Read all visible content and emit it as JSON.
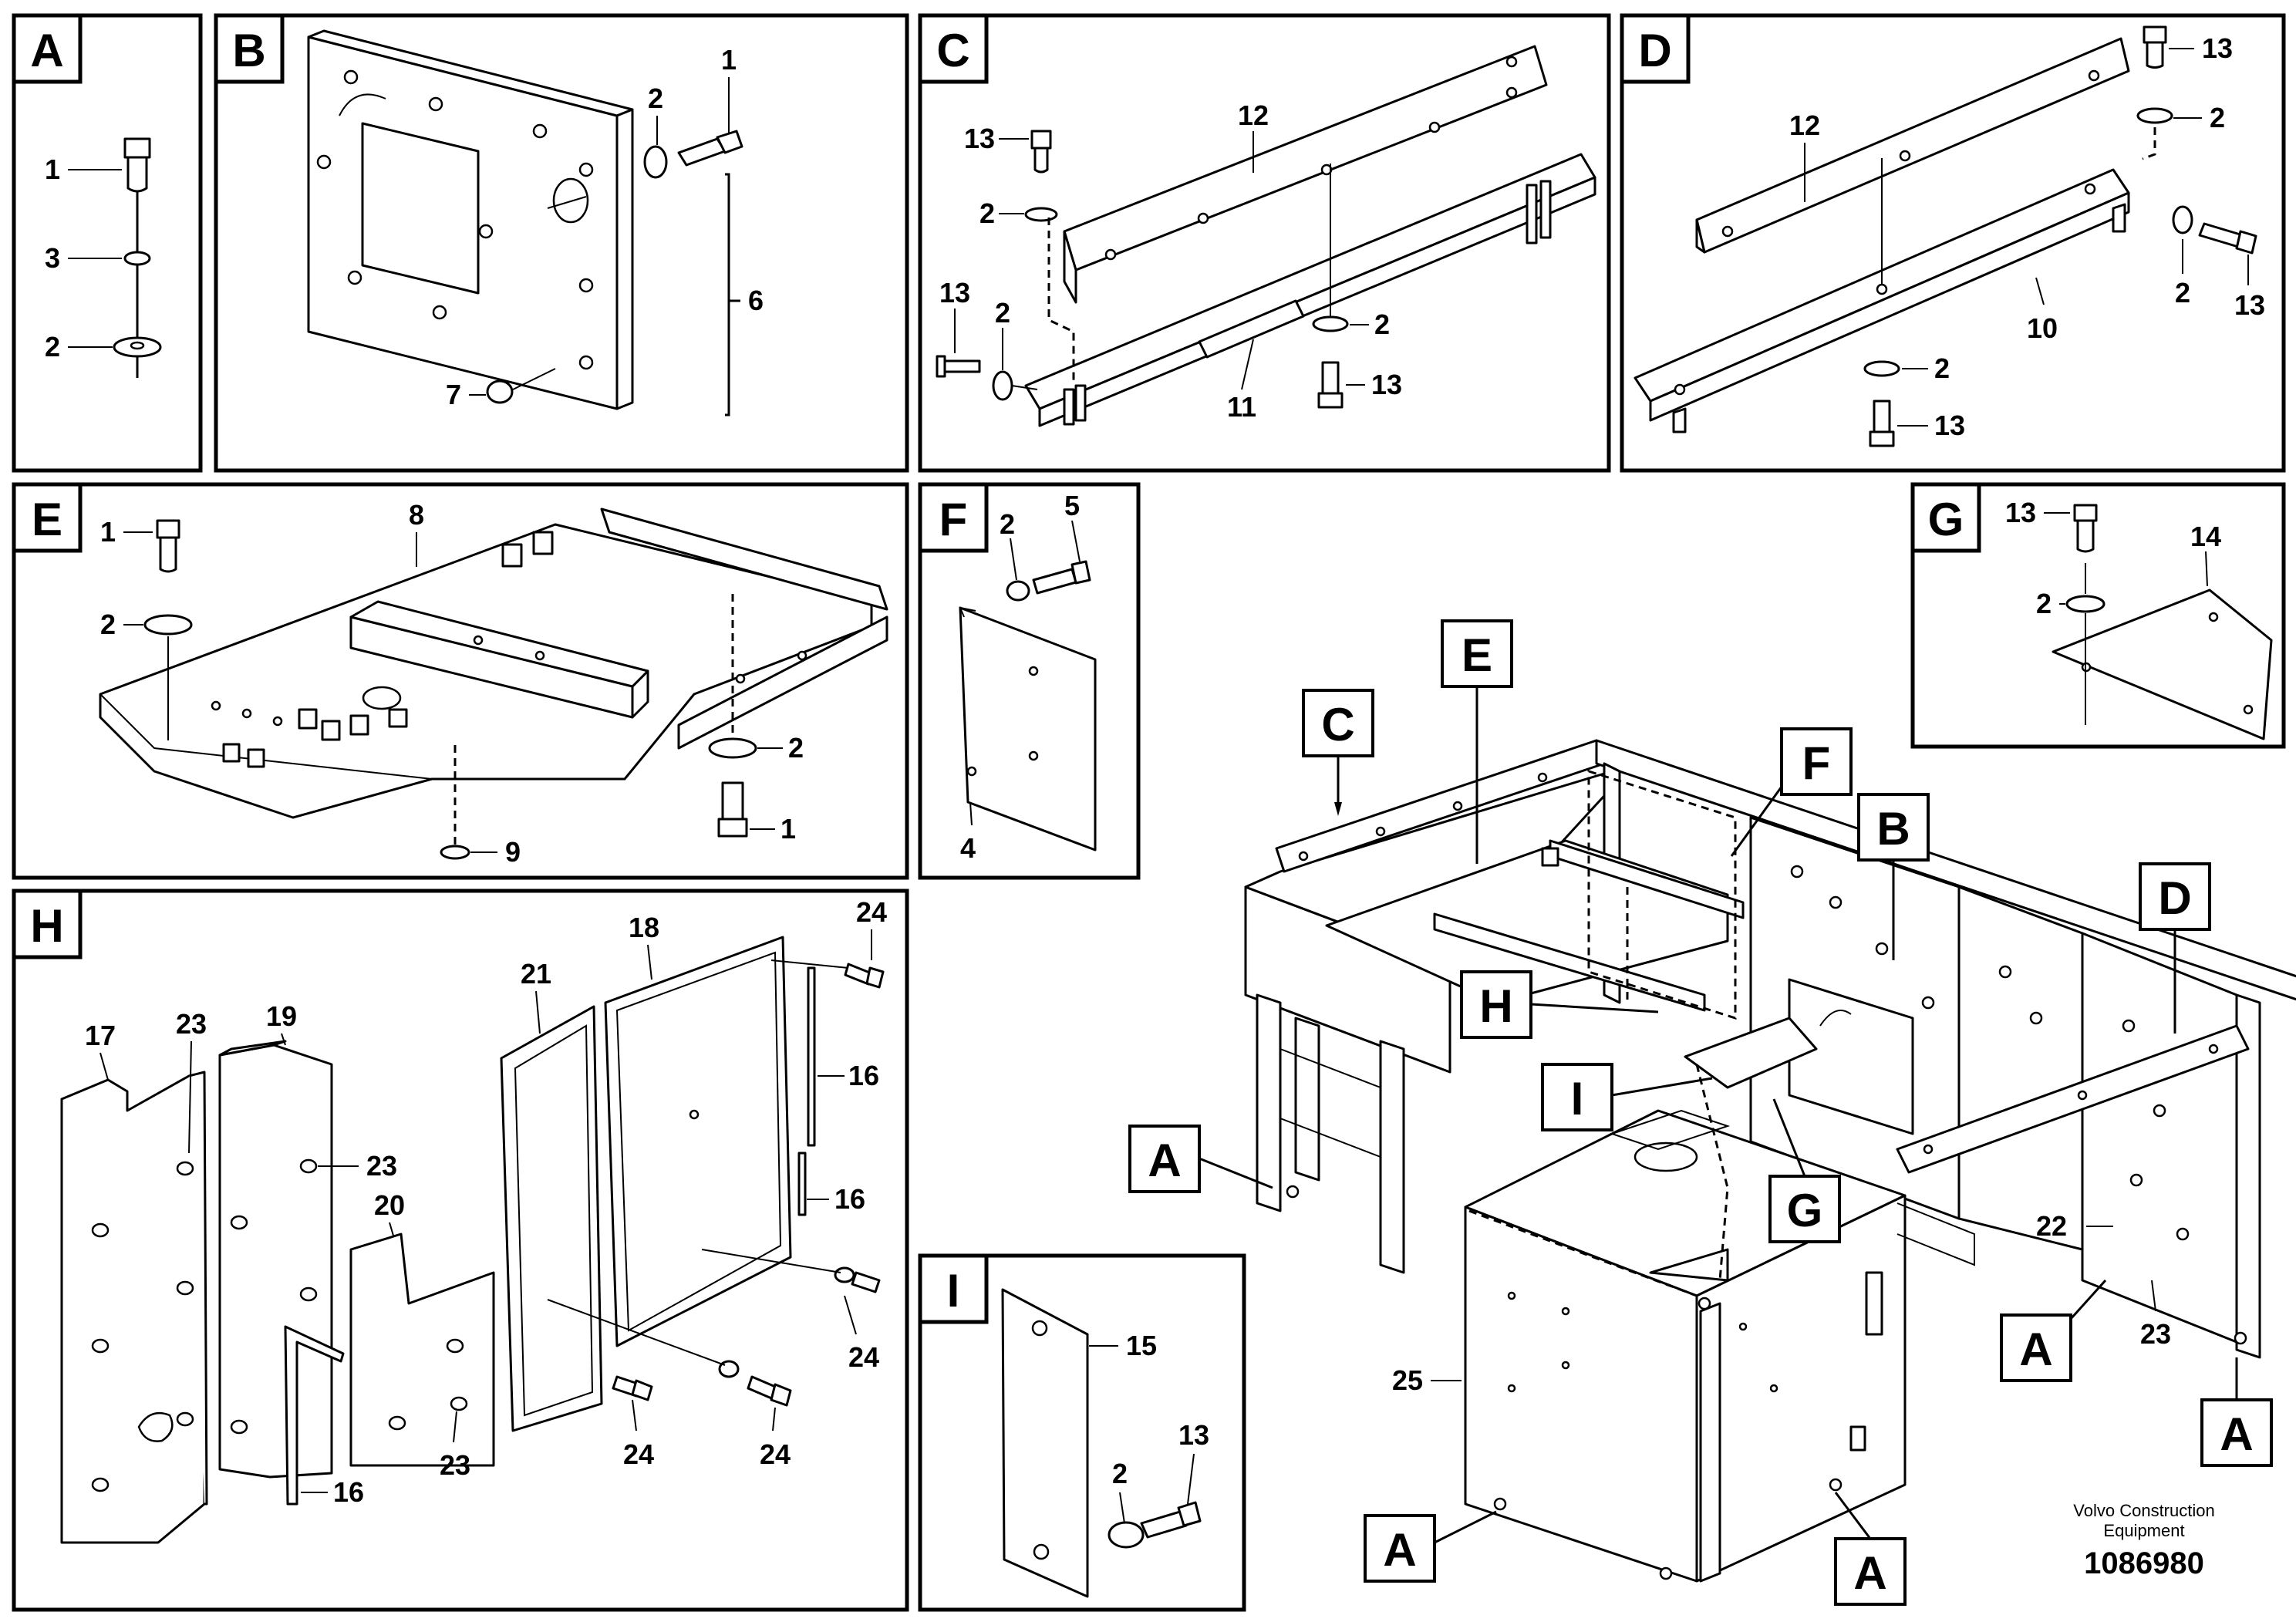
{
  "panels": {
    "A": {
      "letter": "A",
      "callouts": [
        "1",
        "3",
        "2"
      ]
    },
    "B": {
      "letter": "B",
      "callouts": [
        "2",
        "1",
        "6",
        "7"
      ]
    },
    "C": {
      "letter": "C",
      "callouts": [
        "12",
        "13",
        "2",
        "13",
        "2",
        "11",
        "2",
        "13"
      ]
    },
    "D": {
      "letter": "D",
      "callouts": [
        "13",
        "12",
        "2",
        "10",
        "2",
        "13",
        "2",
        "13"
      ]
    },
    "E": {
      "letter": "E",
      "callouts": [
        "1",
        "8",
        "2",
        "2",
        "9",
        "1"
      ]
    },
    "F": {
      "letter": "F",
      "callouts": [
        "2",
        "5",
        "4"
      ]
    },
    "G": {
      "letter": "G",
      "callouts": [
        "13",
        "14",
        "2"
      ]
    },
    "H": {
      "letter": "H",
      "callouts": [
        "18",
        "24",
        "21",
        "17",
        "23",
        "19",
        "16",
        "23",
        "20",
        "16",
        "24",
        "23",
        "16",
        "24",
        "24"
      ]
    },
    "I": {
      "letter": "I",
      "callouts": [
        "15",
        "13",
        "2"
      ]
    }
  },
  "main": {
    "tags": [
      "C",
      "E",
      "F",
      "B",
      "D",
      "H",
      "I",
      "A",
      "G",
      "A",
      "A",
      "A",
      "A"
    ],
    "callouts": [
      "22",
      "23",
      "25"
    ]
  },
  "footer": {
    "maker_line1": "Volvo Construction",
    "maker_line2": "Equipment",
    "doc_number": "1086980"
  }
}
